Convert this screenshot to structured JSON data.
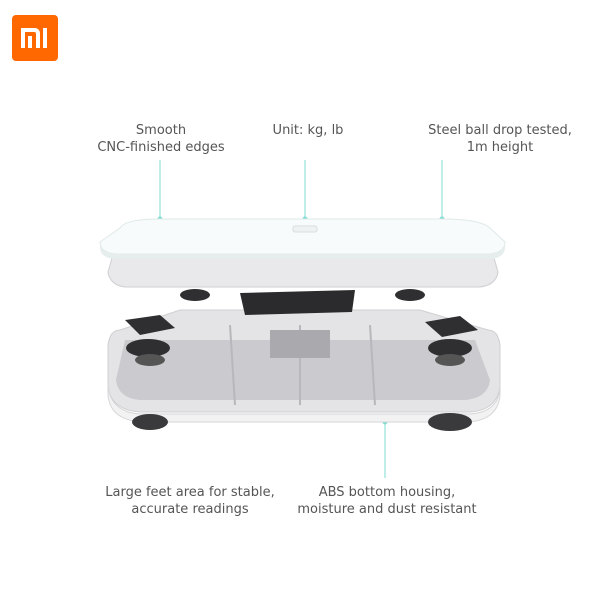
{
  "brand": {
    "logo_text": "MI",
    "color": "#ff6700"
  },
  "accent_line_color": "#7fdcd0",
  "callouts_top": [
    {
      "line1": "Smooth",
      "line2": "CNC-finished edges"
    },
    {
      "line1": "Unit: kg, lb",
      "line2": ""
    },
    {
      "line1": "Steel ball drop tested,",
      "line2": "1m height"
    }
  ],
  "callouts_bottom": [
    {
      "line1": "Large feet area for stable,",
      "line2": "accurate readings"
    },
    {
      "line1": "ABS bottom housing,",
      "line2": "moisture and dust resistant"
    }
  ]
}
